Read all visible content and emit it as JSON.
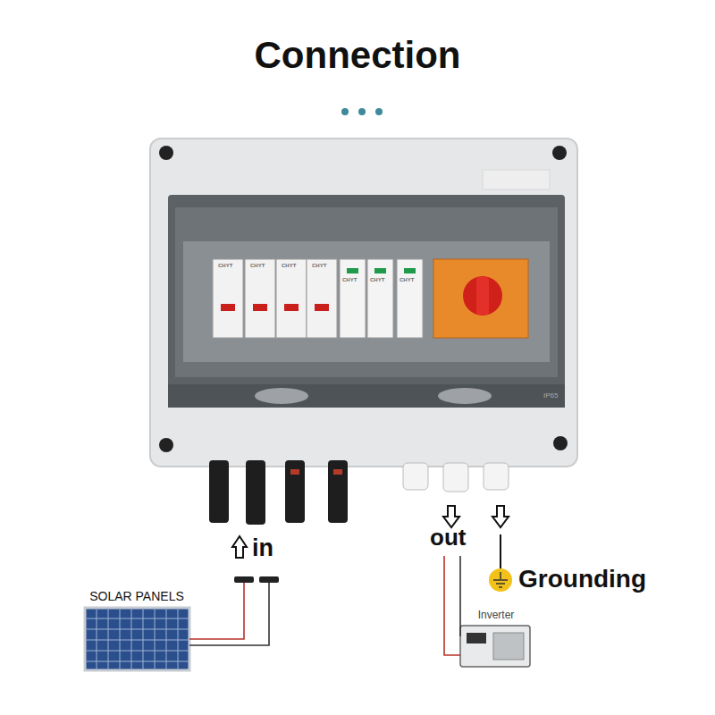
{
  "diagram": {
    "title": "Connection",
    "nodes": [
      {
        "text": [
          "SOLAR PANELS"
        ]
      },
      {
        "text": [
          "Inverter"
        ]
      }
    ],
    "labels": [
      "in",
      "out",
      "Grounding",
      "CHYT",
      "CHYT",
      "CHYT",
      "CHYT",
      "CHYT",
      "CHYT",
      "CHYT",
      "IP65"
    ]
  }
}
